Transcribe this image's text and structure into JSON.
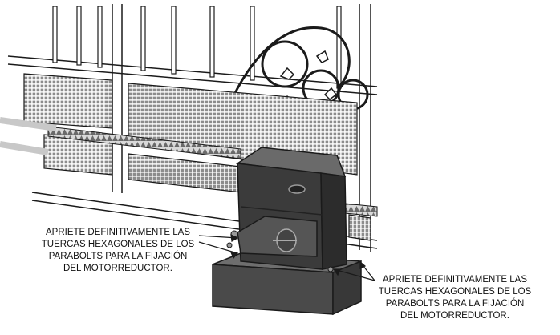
{
  "callouts": [
    {
      "lines": [
        "APRIETE DEFINITIVAMENTE LAS",
        "TUERCAS HEXAGONALES DE LOS",
        "PARABOLTS PARA LA FIJACIÓN",
        "DEL MOTORREDUCTOR."
      ]
    },
    {
      "lines": [
        "APRIETE DEFINITIVAMENTE LAS",
        "TUERCAS HEXAGONALES DE LOS",
        "PARABOLTS PARA LA FIJACIÓN",
        "DEL MOTORREDUCTOR."
      ]
    }
  ],
  "colors": {
    "line": "#1a1a1a",
    "motor_dark": "#3b3b3b",
    "motor_mid": "#555555",
    "base": "#4a4a4a",
    "mesh": "#e6e6e6"
  }
}
